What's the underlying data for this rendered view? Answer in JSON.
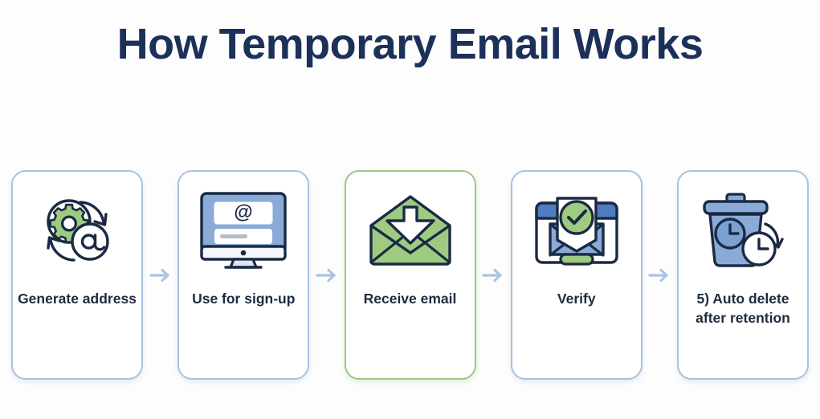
{
  "page": {
    "title": "How Temporary Email Works",
    "background_color": "#fdfdfd",
    "title_color": "#1c3159"
  },
  "theme": {
    "card_border": "#a8c2e0",
    "card_border_highlight": "#9cc884",
    "label_color": "#1e2b3e",
    "arrow_color": "#aac4e2",
    "green_fill": "#9ecb7f",
    "blue_fill": "#8aabd8",
    "outline_navy": "#1b2a44"
  },
  "flow": {
    "steps": [
      {
        "id": "generate-address",
        "label": "Generate address",
        "icon": "gear-at-refresh-icon",
        "highlighted": false
      },
      {
        "id": "use-for-signup",
        "label": "Use for sign-up",
        "icon": "monitor-signup-form-icon",
        "highlighted": false
      },
      {
        "id": "receive-email",
        "label": "Receive email",
        "icon": "open-envelope-download-icon",
        "highlighted": true
      },
      {
        "id": "verify",
        "label": "Verify",
        "icon": "browser-envelope-check-icon",
        "highlighted": false
      },
      {
        "id": "auto-delete",
        "label": "5) Auto delete after retention",
        "icon": "trash-clock-icon",
        "highlighted": false
      }
    ],
    "connectors": [
      {
        "id": "connector-1",
        "icon": "arrow-right-icon"
      },
      {
        "id": "connector-2",
        "icon": "arrow-right-icon"
      },
      {
        "id": "connector-3",
        "icon": "arrow-right-icon"
      },
      {
        "id": "connector-4",
        "icon": "arrow-right-icon"
      }
    ]
  }
}
